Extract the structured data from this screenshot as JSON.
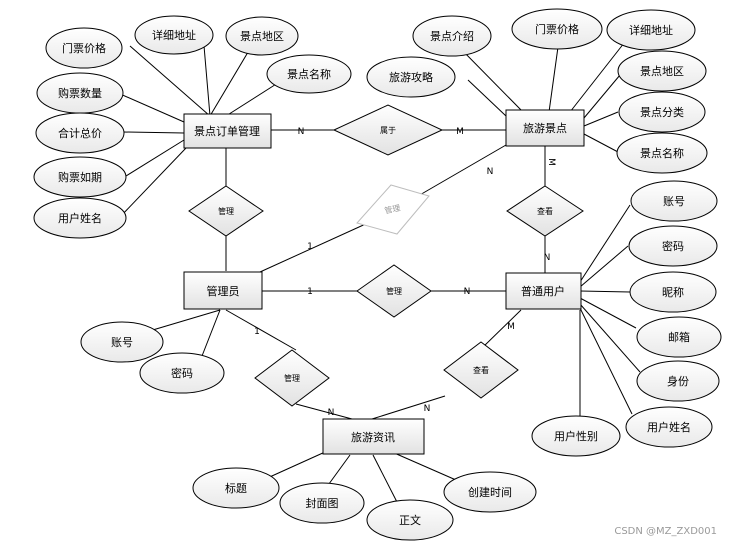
{
  "entities": {
    "order": "景点订单管理",
    "scenic": "旅游景点",
    "admin": "管理员",
    "user": "普通用户",
    "news": "旅游资讯"
  },
  "relationships": {
    "belongs": "属于",
    "manage_order": "管理",
    "manage_scenic": "管理",
    "manage_user": "管理",
    "view_scenic": "查看",
    "manage_news": "管理",
    "view_news": "查看"
  },
  "attributes": {
    "order": [
      "门票价格",
      "详细地址",
      "景点地区",
      "景点名称",
      "购票数量",
      "合计总价",
      "购票如期",
      "用户姓名"
    ],
    "scenic": [
      "景点介绍",
      "门票价格",
      "详细地址",
      "旅游攻略",
      "景点地区",
      "景点分类",
      "景点名称"
    ],
    "admin": [
      "账号",
      "密码"
    ],
    "user": [
      "账号",
      "密码",
      "昵称",
      "邮箱",
      "身份",
      "用户姓名",
      "用户性别"
    ],
    "news": [
      "标题",
      "封面图",
      "正文",
      "创建时间"
    ]
  },
  "cardinalities": {
    "order_belongs": "N",
    "belongs_scenic": "M",
    "scenic_view": "M",
    "view_user": "N",
    "admin_manage_scenic": "1",
    "manage_scenic_scenic": "N",
    "admin_manage_user": "1",
    "manage_user_user": "N",
    "admin_manage_news": "1",
    "manage_news_news": "N",
    "view_news_news": "N",
    "user_view_news": "M"
  },
  "watermark": "CSDN @MZ_ZXD001"
}
